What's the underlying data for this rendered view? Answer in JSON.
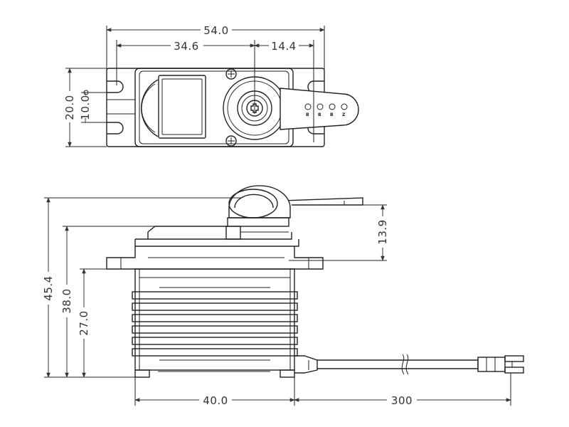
{
  "top_view": {
    "dimensions": {
      "overall_width": "54.0",
      "case_to_shaft": "34.6",
      "shaft_to_mount": "14.4",
      "height": "20.0",
      "hole_spacing": "10.0"
    },
    "horn_hole_labels": [
      "B",
      "B",
      "B",
      "Z"
    ]
  },
  "side_view": {
    "dimensions": {
      "overall_height": "45.4",
      "body_height": "38.0",
      "mount_height": "27.0",
      "spline_height": "13.9",
      "body_width": "40.0",
      "lead_length": "300"
    }
  },
  "colors": {
    "line": "#222222",
    "dimension": "#333333",
    "background": "#ffffff"
  }
}
